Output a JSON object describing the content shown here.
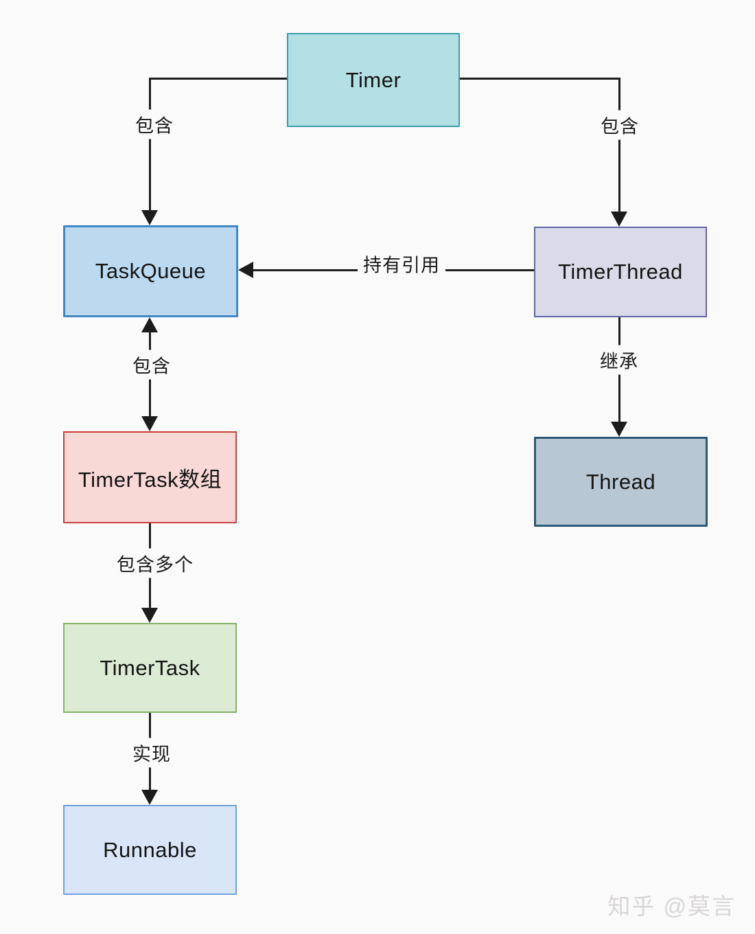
{
  "diagram": {
    "nodes": {
      "timer": {
        "label": "Timer",
        "fill": "#b3e0e5",
        "border": "#3d9aa8"
      },
      "taskqueue": {
        "label": "TaskQueue",
        "fill": "#bcd9ef",
        "border": "#4187c2"
      },
      "timerthread": {
        "label": "TimerThread",
        "fill": "#dadae8",
        "border": "#6065a8"
      },
      "timertask_array": {
        "label": "TimerTask数组",
        "fill": "#f9d9d6",
        "border": "#c9403c"
      },
      "thread": {
        "label": "Thread",
        "fill": "#b7c7d3",
        "border": "#2e5876"
      },
      "timertask": {
        "label": "TimerTask",
        "fill": "#dcebd3",
        "border": "#86b168"
      },
      "runnable": {
        "label": "Runnable",
        "fill": "#d8e6f8",
        "border": "#70a0d8"
      }
    },
    "edges": {
      "timer_taskqueue": {
        "label": "包含"
      },
      "timer_timerthread": {
        "label": "包含"
      },
      "timerthread_taskqueue": {
        "label": "持有引用"
      },
      "taskqueue_timertask_array": {
        "label": "包含"
      },
      "timerthread_thread": {
        "label": "继承"
      },
      "timertask_array_timertask": {
        "label": "包含多个"
      },
      "timertask_runnable": {
        "label": "实现"
      }
    },
    "watermark": {
      "text": "知乎 @莫言",
      "color": "#d9d6d6"
    }
  }
}
